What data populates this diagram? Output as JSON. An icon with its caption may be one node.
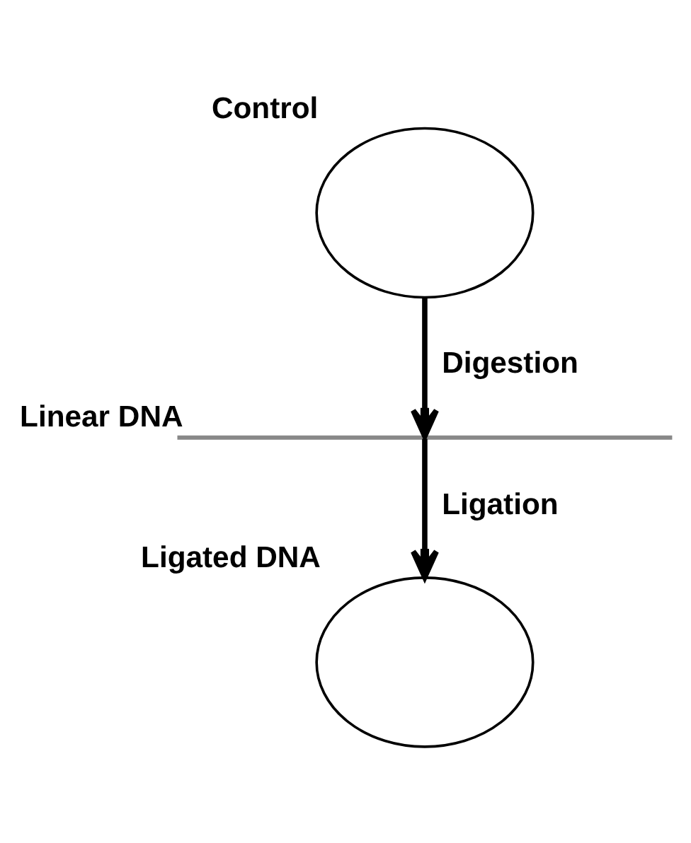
{
  "diagram": {
    "nodes": [
      {
        "text": [],
        "shape": "circle",
        "beside": [
          "Control"
        ]
      },
      {
        "text": [],
        "shape": "line",
        "beside": [
          "Linear DNA"
        ]
      },
      {
        "text": [],
        "shape": "circle",
        "beside": [
          "Ligated DNA"
        ]
      }
    ],
    "edges": [
      {
        "from": 0,
        "to": 1,
        "arrow": "to",
        "label": "Digestion"
      },
      {
        "from": 1,
        "to": 2,
        "arrow": "to",
        "label": "Ligation"
      }
    ]
  }
}
